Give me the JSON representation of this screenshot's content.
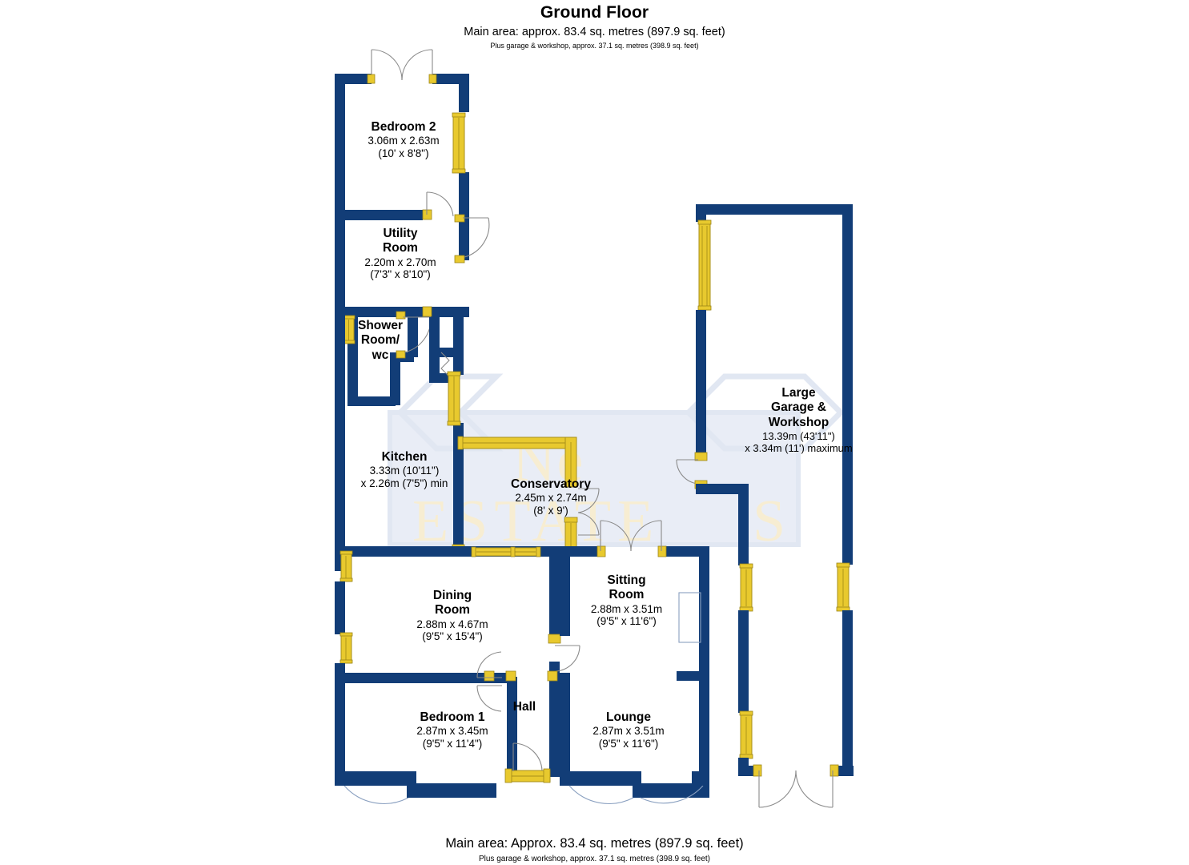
{
  "header": {
    "title": "Ground Floor",
    "main_area": "Main area: approx. 83.4 sq. metres (897.9 sq. feet)",
    "extra_area": "Plus garage & workshop, approx. 37.1 sq. metres (398.9 sq. feet)"
  },
  "footer": {
    "main_area": "Main area: Approx. 83.4 sq. metres (897.9 sq. feet)",
    "extra_area": "Plus garage & workshop, approx. 37.1 sq. metres (398.9 sq. feet)"
  },
  "colors": {
    "wall": "#123D77",
    "wall_dark": "#0E3566",
    "window": "#E8C92E",
    "window_outline": "#B59A1C",
    "door_arc": "#7a7a7a",
    "watermark_blue": "#C9D4E8",
    "watermark_cream": "#F3E3B8",
    "text": "#000000",
    "background": "#FFFFFF"
  },
  "watermark": {
    "line1": "Ne",
    "line2": "ESTATE",
    "line3": "S"
  },
  "rooms": [
    {
      "id": "bedroom-2",
      "name": "Bedroom 2",
      "dim_metric": "3.06m x 2.63m",
      "dim_imperial": "(10' x 8'8\")"
    },
    {
      "id": "utility-room",
      "name_line1": "Utility",
      "name_line2": "Room",
      "dim_metric": "2.20m x 2.70m",
      "dim_imperial": "(7'3\" x 8'10\")"
    },
    {
      "id": "shower-room-wc",
      "name_line1": "Shower",
      "name_line2": "Room/",
      "name_line3": "wc",
      "dim_metric": "",
      "dim_imperial": ""
    },
    {
      "id": "kitchen",
      "name": "Kitchen",
      "dim_metric": "3.33m (10'11\")",
      "dim_imperial": "x 2.26m (7'5\") min"
    },
    {
      "id": "conservatory",
      "name": "Conservatory",
      "dim_metric": "2.45m x 2.74m",
      "dim_imperial": "(8' x 9')"
    },
    {
      "id": "dining-room",
      "name_line1": "Dining",
      "name_line2": "Room",
      "dim_metric": "2.88m x 4.67m",
      "dim_imperial": "(9'5\" x 15'4\")"
    },
    {
      "id": "sitting-room",
      "name_line1": "Sitting",
      "name_line2": "Room",
      "dim_metric": "2.88m x 3.51m",
      "dim_imperial": "(9'5\" x 11'6\")"
    },
    {
      "id": "bedroom-1",
      "name": "Bedroom 1",
      "dim_metric": "2.87m x 3.45m",
      "dim_imperial": "(9'5\" x 11'4\")"
    },
    {
      "id": "hall",
      "name": "Hall",
      "dim_metric": "",
      "dim_imperial": ""
    },
    {
      "id": "lounge",
      "name": "Lounge",
      "dim_metric": "2.87m x 3.51m",
      "dim_imperial": "(9'5\" x 11'6\")"
    },
    {
      "id": "large-garage-workshop",
      "name_line1": "Large",
      "name_line2": "Garage &",
      "name_line3": "Workshop",
      "dim_metric": "13.39m (43'11\")",
      "dim_imperial": "x 3.34m (11') maximum"
    }
  ]
}
